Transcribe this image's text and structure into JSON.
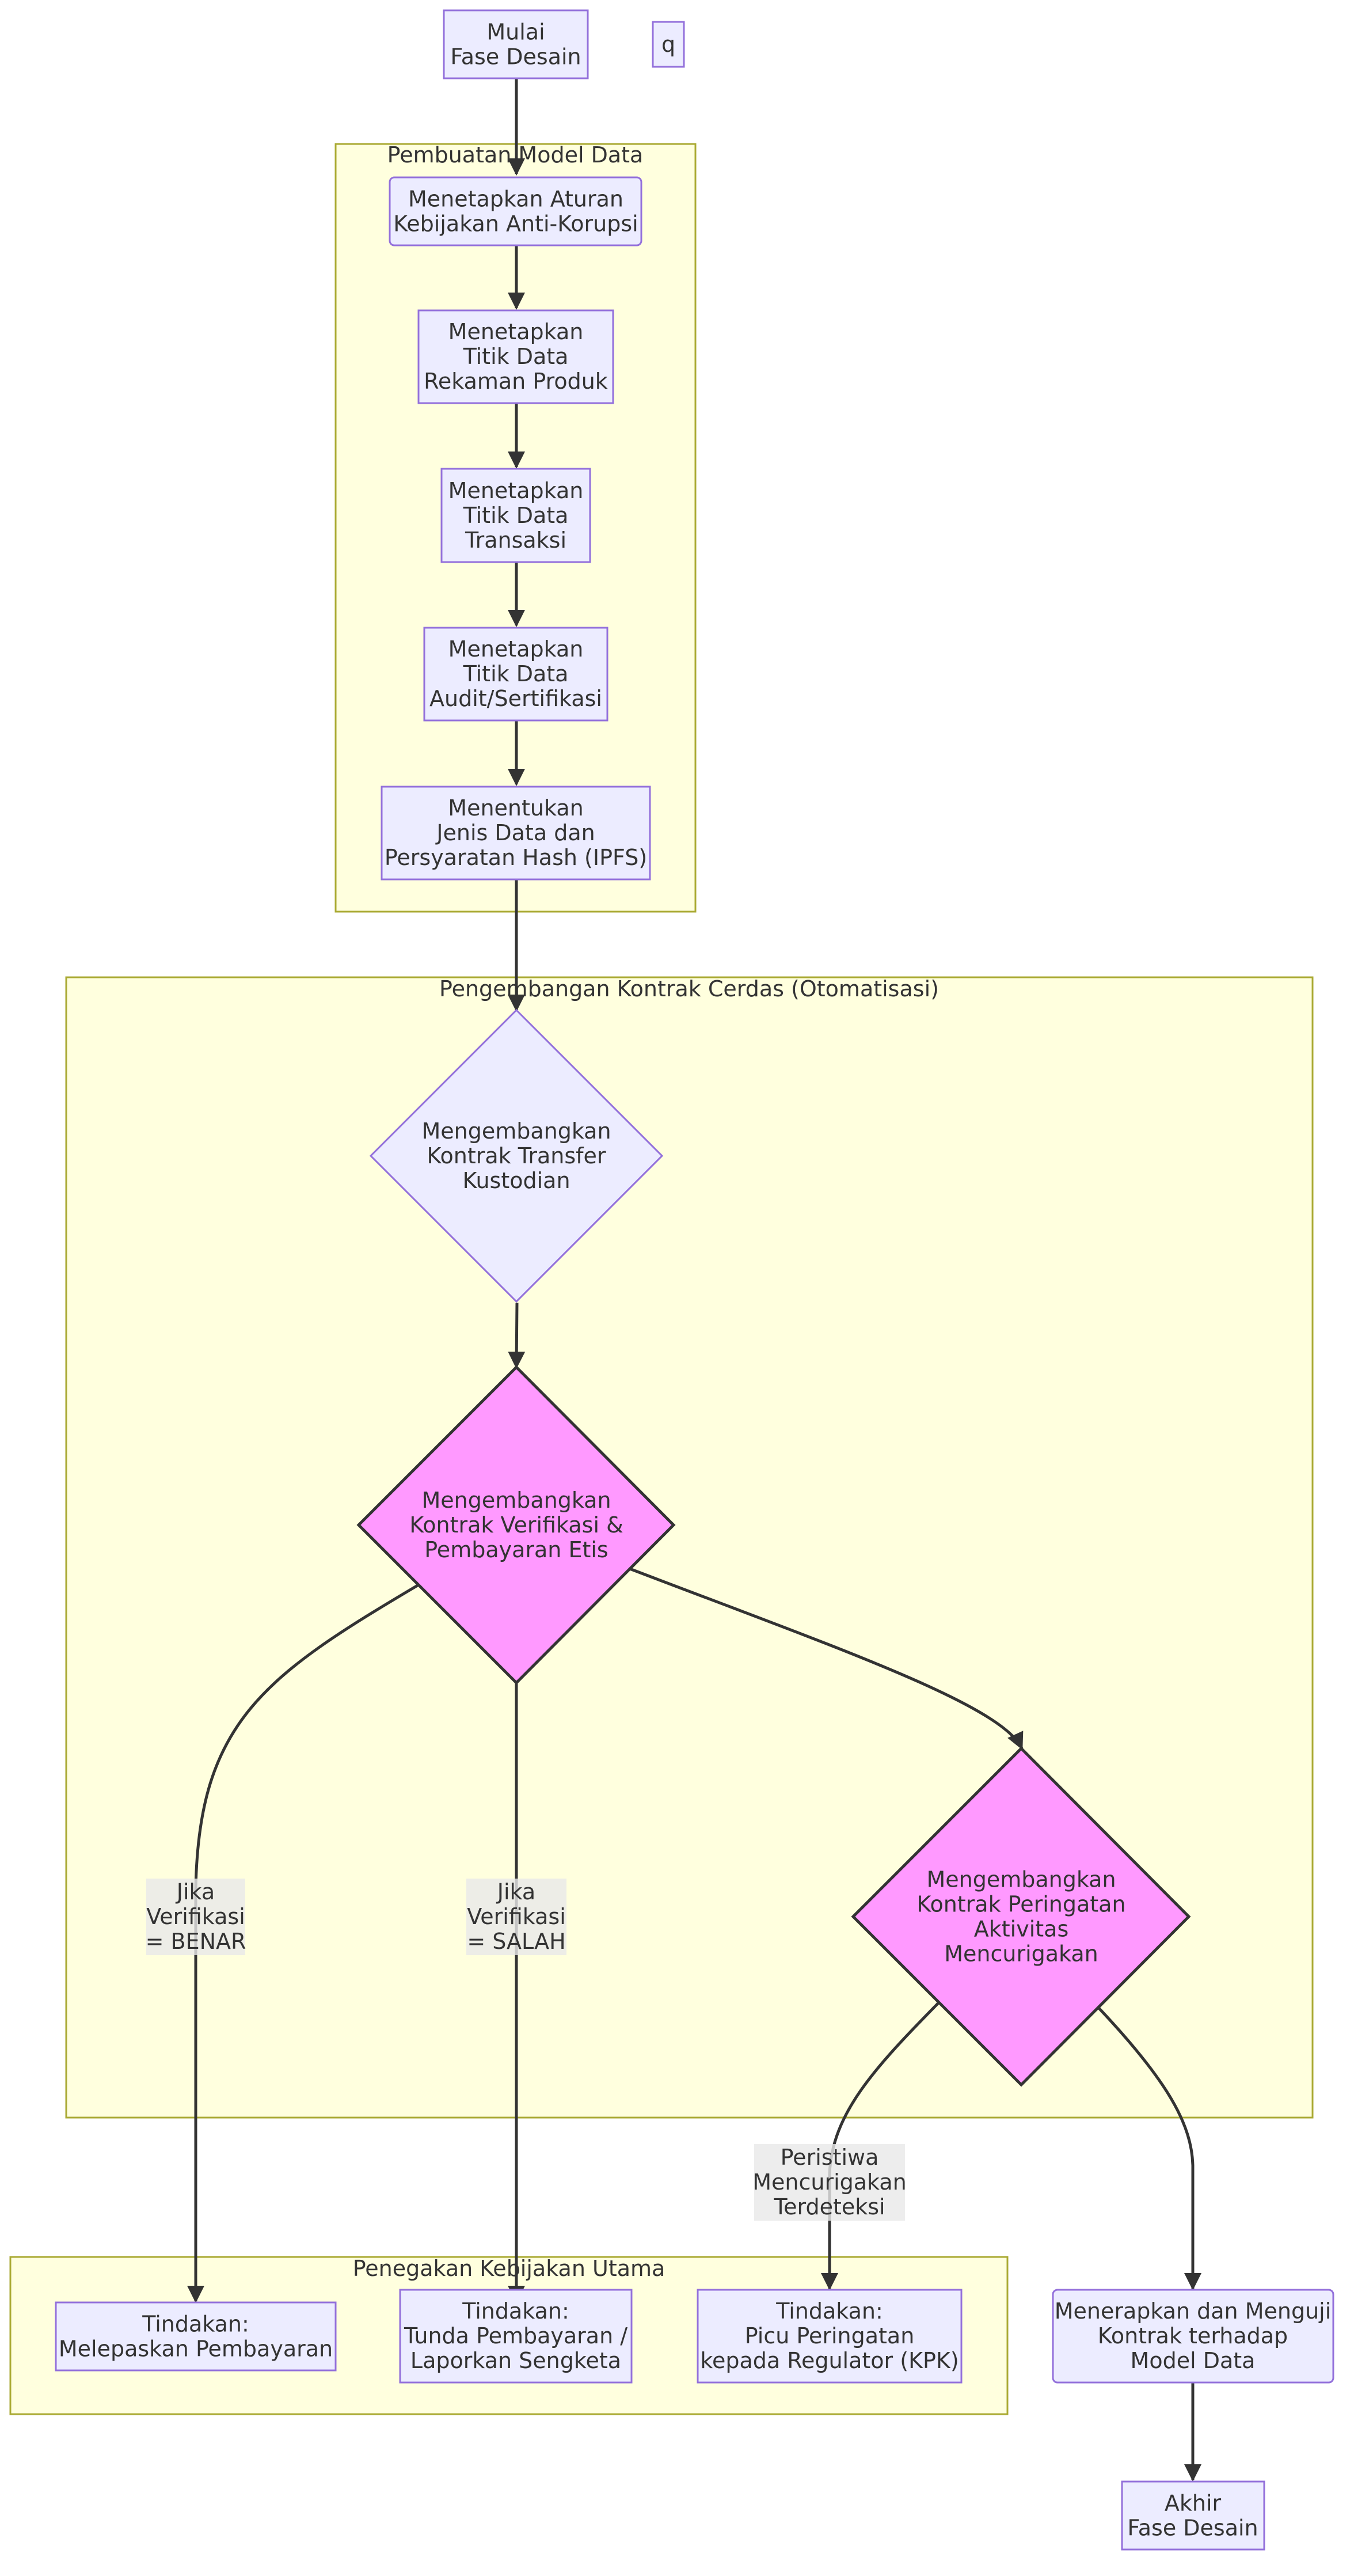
{
  "clusters": {
    "model": {
      "title": "Pembuatan Model Data"
    },
    "contract": {
      "title": "Pengembangan Kontrak Cerdas (Otomatisasi)"
    },
    "enforcement": {
      "title": "Penegakan Kebijakan Utama"
    }
  },
  "nodes": {
    "start": [
      "Mulai",
      "Fase Desain"
    ],
    "q": [
      "q"
    ],
    "policy": [
      "Menetapkan Aturan",
      "Kebijakan Anti-Korupsi"
    ],
    "product": [
      "Menetapkan",
      "Titik Data",
      "Rekaman Produk"
    ],
    "transaction": [
      "Menetapkan",
      "Titik Data",
      "Transaksi"
    ],
    "audit": [
      "Menetapkan",
      "Titik Data",
      "Audit/Sertifikasi"
    ],
    "ipfs": [
      "Menentukan",
      "Jenis Data dan",
      "Persyaratan Hash (IPFS)"
    ],
    "custodian": [
      "Mengembangkan",
      "Kontrak Transfer",
      "Kustodian"
    ],
    "verification": [
      "Mengembangkan",
      "Kontrak Verifikasi &",
      "Pembayaran Etis"
    ],
    "warning": [
      "Mengembangkan",
      "Kontrak Peringatan",
      "Aktivitas",
      "Mencurigakan"
    ],
    "release": [
      "Tindakan:",
      "Melepaskan Pembayaran"
    ],
    "delay": [
      "Tindakan:",
      "Tunda Pembayaran /",
      "Laporkan Sengketa"
    ],
    "alert": [
      "Tindakan:",
      "Picu Peringatan",
      "kepada Regulator (KPK)"
    ],
    "apply": [
      "Menerapkan dan Menguji",
      "Kontrak terhadap",
      "Model Data"
    ],
    "end": [
      "Akhir",
      "Fase Desain"
    ]
  },
  "edge_labels": {
    "true": [
      "Jika",
      "Verifikasi",
      "= BENAR"
    ],
    "false": [
      "Jika",
      "Verifikasi",
      "= SALAH"
    ],
    "suspicious": [
      "Peristiwa",
      "Mencurigakan",
      "Terdeteksi"
    ]
  },
  "colors": {
    "node_fill": "#ececff",
    "node_stroke": "#9370db",
    "highlight_fill": "#ff99ff",
    "cluster_fill": "#ffffde",
    "cluster_stroke": "#aaaa33",
    "edge": "#333333"
  }
}
